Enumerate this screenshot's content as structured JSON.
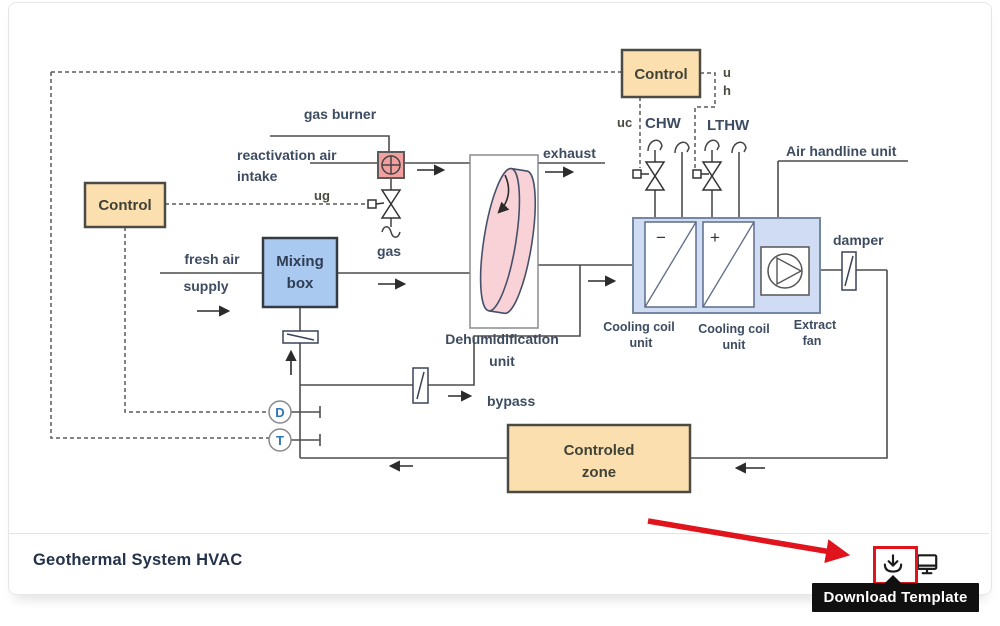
{
  "diagram": {
    "labels": {
      "gas_burner": "gas burner",
      "reactivation_air": "reactivation air",
      "intake": "intake",
      "ug": "ug",
      "gas": "gas",
      "control_left": "Control",
      "control_top": "Control",
      "fresh_air": "fresh air",
      "supply": "supply",
      "mixing_line1": "Mixing",
      "mixing_line2": "box",
      "exhaust": "exhaust",
      "dehum_line1": "Dehumidification",
      "dehum_line2": "unit",
      "bypass": "bypass",
      "u": "u",
      "h": "h",
      "uc": "uc",
      "chw": "CHW",
      "lthw": "LTHW",
      "ahu": "Air handline unit",
      "coil1_line1": "Cooling coil",
      "coil1_line2": "unit",
      "coil2_line1": "Cooling coil",
      "coil2_line2": "unit",
      "fan_line1": "Extract",
      "fan_line2": "fan",
      "damper": "damper",
      "minus": "−",
      "plus": "+",
      "sensor_d": "D",
      "sensor_t": "T",
      "zone_line1": "Controled",
      "zone_line2": "zone"
    },
    "colors": {
      "box_fill_tan": "#fbdfae",
      "box_fill_blue": "#a9c9f0",
      "ahu_fill": "#cfdcf3",
      "wheel_fill": "#f8d2d6",
      "burner_fill": "#f29f9f",
      "label_text": "#3d4c61",
      "sensor_letter": "#2e74b8"
    }
  },
  "footer": {
    "title": "Geothermal System HVAC",
    "tooltip": "Download Template",
    "icons": [
      "download-icon",
      "monitor-icon"
    ],
    "annotation_red": "#e0141c"
  }
}
